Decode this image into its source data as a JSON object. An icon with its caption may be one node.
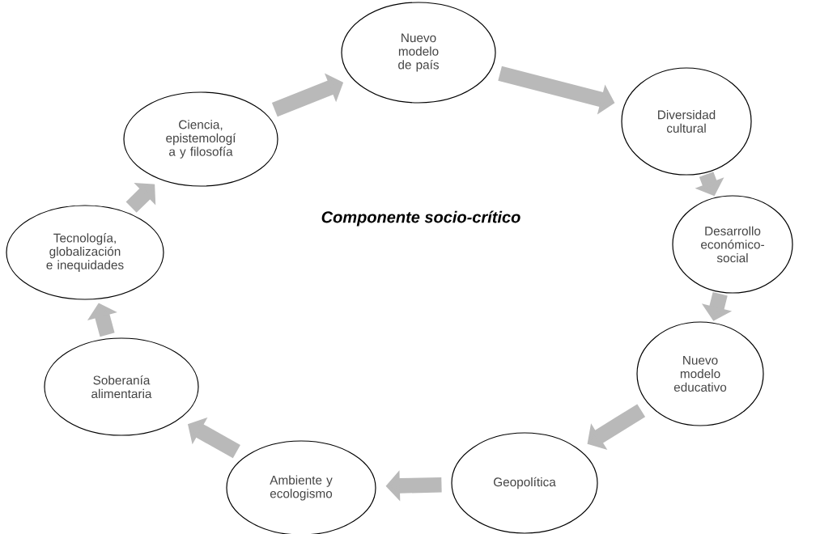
{
  "diagram": {
    "title": "Componente socio-crítico",
    "nodes": [
      {
        "text": [
          "Nuevo modelo de país"
        ]
      },
      {
        "text": [
          "Diversidad cultural"
        ]
      },
      {
        "text": [
          "Desarrollo económico-social"
        ]
      },
      {
        "text": [
          "Nuevo modelo educativo"
        ]
      },
      {
        "text": [
          "Geopolítica"
        ]
      },
      {
        "text": [
          "Ambiente y ecologismo"
        ]
      },
      {
        "text": [
          "Soberanía alimentaria"
        ]
      },
      {
        "text": [
          "Tecnología, globalización e inequidades"
        ]
      },
      {
        "text": [
          "Ciencia, epistemologí a y filosofía"
        ]
      }
    ],
    "edges": [
      {
        "from": 0,
        "to": 1,
        "arrow": "to"
      },
      {
        "from": 1,
        "to": 2,
        "arrow": "to"
      },
      {
        "from": 2,
        "to": 3,
        "arrow": "to"
      },
      {
        "from": 3,
        "to": 4,
        "arrow": "to"
      },
      {
        "from": 4,
        "to": 5,
        "arrow": "to"
      },
      {
        "from": 5,
        "to": 6,
        "arrow": "to"
      },
      {
        "from": 6,
        "to": 7,
        "arrow": "to"
      },
      {
        "from": 7,
        "to": 8,
        "arrow": "to"
      },
      {
        "from": 8,
        "to": 0,
        "arrow": "to"
      }
    ]
  }
}
